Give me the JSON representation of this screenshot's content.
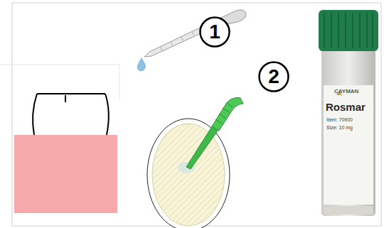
{
  "diagram": {
    "nodes": [
      {
        "text": [
          "1"
        ]
      },
      {
        "text": [
          "2"
        ]
      }
    ],
    "labels": [
      "CAYMAN",
      "Rosmar",
      "Item: 70900",
      "Size: 10 mg"
    ]
  }
}
